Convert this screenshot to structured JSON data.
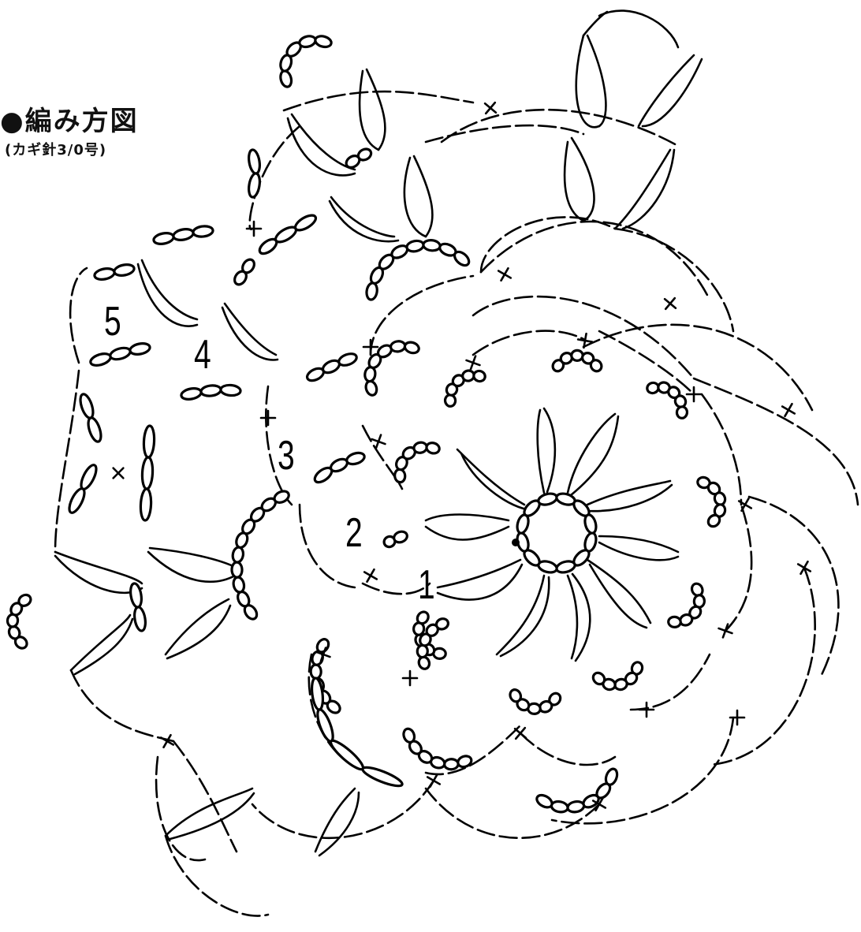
{
  "header": {
    "title": "●編み方図",
    "subtitle": "(カギ針3/0号)"
  },
  "row_labels": {
    "r1": "1",
    "r2": "2",
    "r3": "3",
    "r4": "4",
    "r5": "5"
  },
  "colors": {
    "ink": "#000000",
    "paper": "#ffffff"
  },
  "symbols": {
    "chain": "chain-stitch-oval",
    "single_crochet": "single-crochet-cross",
    "double_crochet": "double-crochet-bar",
    "start": "start-dot"
  }
}
